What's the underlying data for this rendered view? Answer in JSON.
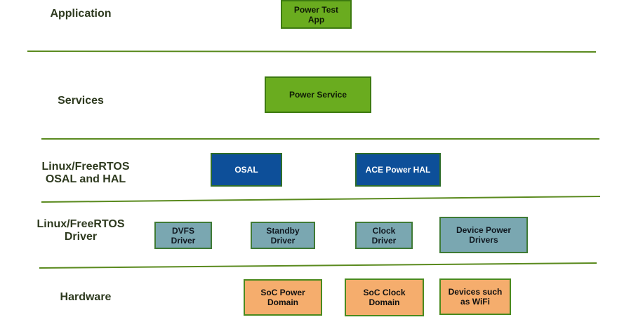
{
  "colors": {
    "divider": "#5a8a1e",
    "label": "#2e3a1f",
    "application_box": "#6aac1f",
    "hal_box": "#0d4f99",
    "driver_box": "#7aa7b1",
    "hardware_box": "#f5ad6d"
  },
  "layers": {
    "application": "Application",
    "services": "Services",
    "osal_hal": "Linux/FreeRTOS\nOSAL and HAL",
    "driver": "Linux/FreeRTOS\nDriver",
    "hardware": "Hardware"
  },
  "boxes": {
    "power_test_app": "Power Test\nApp",
    "power_service": "Power Service",
    "osal": "OSAL",
    "ace_power_hal": "ACE Power HAL",
    "dvfs_driver": "DVFS\nDriver",
    "standby_driver": "Standby\nDriver",
    "clock_driver": "Clock\nDriver",
    "device_power_drivers": "Device Power\nDrivers",
    "soc_power_domain": "SoC Power\nDomain",
    "soc_clock_domain": "SoC Clock\nDomain",
    "devices_wifi": "Devices such\nas WiFi"
  }
}
